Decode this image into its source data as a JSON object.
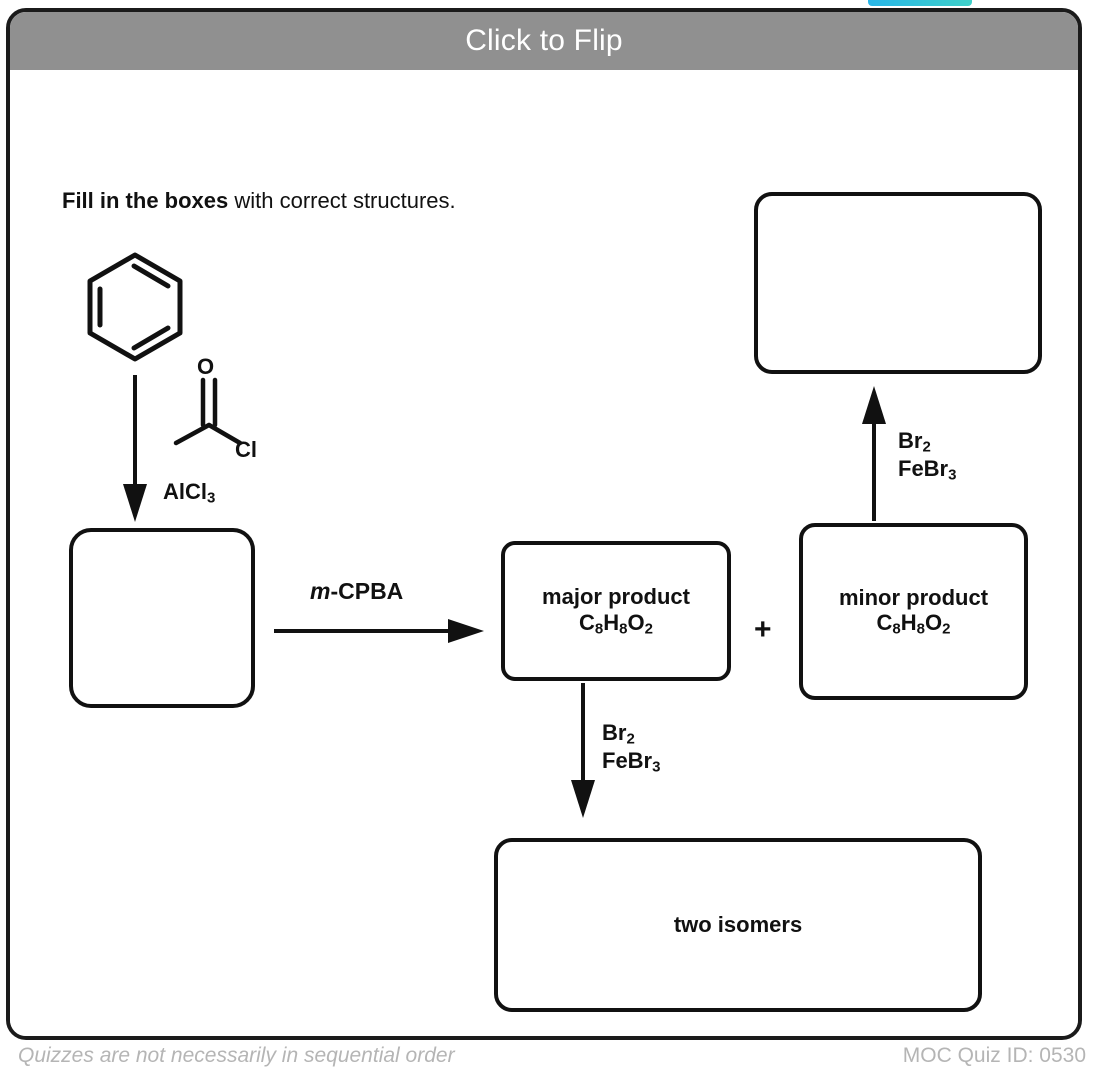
{
  "card": {
    "header_title": "Click to Flip",
    "header_bg": "#909090",
    "header_text_color": "#ffffff",
    "border_color": "#1b1b1b",
    "background": "#ffffff"
  },
  "accent_tab_color": "#29b6e8",
  "instruction": {
    "bold_part": "Fill in the boxes",
    "rest_part": " with correct structures."
  },
  "scheme": {
    "start_material": {
      "name": "benzene-ring",
      "description": "benzene hexagon with three interior double-bond lines"
    },
    "reagents": {
      "acyl_chloride": {
        "carbonyl_label": "O",
        "halide_label": "Cl",
        "lewis_acid": "AlCl",
        "lewis_acid_sub": "3"
      },
      "mcpba": {
        "italic_prefix": "m",
        "rest": "-CPBA"
      },
      "bromination_down": {
        "line1": "Br",
        "line1_sub": "2",
        "line2": "FeBr",
        "line2_sub": "3"
      },
      "bromination_up": {
        "line1": "Br",
        "line1_sub": "2",
        "line2": "FeBr",
        "line2_sub": "3"
      }
    },
    "plus_sign": "+",
    "boxes": [
      {
        "id": "empty-top-right",
        "text": "",
        "filled": false
      },
      {
        "id": "empty-left",
        "text": "",
        "filled": false
      },
      {
        "id": "major-product",
        "filled": true,
        "line1": "major product",
        "formula_c": "C",
        "formula_c_sub": "8",
        "formula_h": "H",
        "formula_h_sub": "8",
        "formula_o": "O",
        "formula_o_sub": "2"
      },
      {
        "id": "minor-product",
        "filled": true,
        "line1": "minor product",
        "formula_c": "C",
        "formula_c_sub": "8",
        "formula_h": "H",
        "formula_h_sub": "8",
        "formula_o": "O",
        "formula_o_sub": "2"
      },
      {
        "id": "two-isomers",
        "filled": true,
        "line1": "two isomers"
      }
    ]
  },
  "footer": {
    "note": "Quizzes are not necessarily in sequential order",
    "quiz_id": "MOC Quiz ID: 0530",
    "text_color": "#b5b5b5"
  }
}
